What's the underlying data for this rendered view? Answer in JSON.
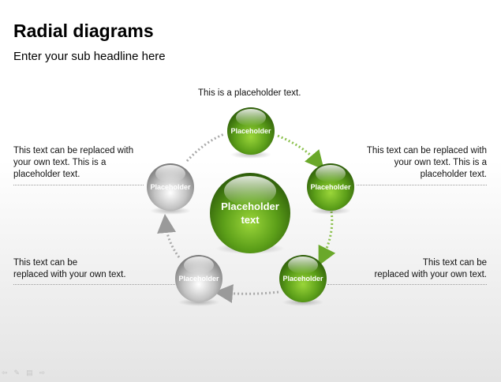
{
  "slide": {
    "title": "Radial diagrams",
    "subtitle": "Enter your sub headline here"
  },
  "notes": {
    "top": "This is a placeholder text.",
    "left_upper": [
      "This text can be replaced with",
      "your own text. This is a",
      "placeholder text."
    ],
    "right_upper": [
      "This text can be replaced with",
      "your own text. This is a",
      "placeholder text."
    ],
    "left_lower": [
      "This text can be",
      "replaced with your own text."
    ],
    "right_lower": [
      "This text can be",
      "replaced with your own text."
    ]
  },
  "diagram": {
    "center": [
      "Placeholder",
      "text"
    ],
    "nodes": {
      "top": "Placeholder",
      "right": "Placeholder",
      "bottom_right": "Placeholder",
      "bottom_left": "Placeholder",
      "left": "Placeholder"
    },
    "colors": {
      "green": "#5a9e1c",
      "gray": "#b5b5b5"
    }
  },
  "toolbar": {
    "icons": [
      "previous-arrow-icon",
      "pen-icon",
      "menu-icon",
      "next-arrow-icon"
    ]
  }
}
